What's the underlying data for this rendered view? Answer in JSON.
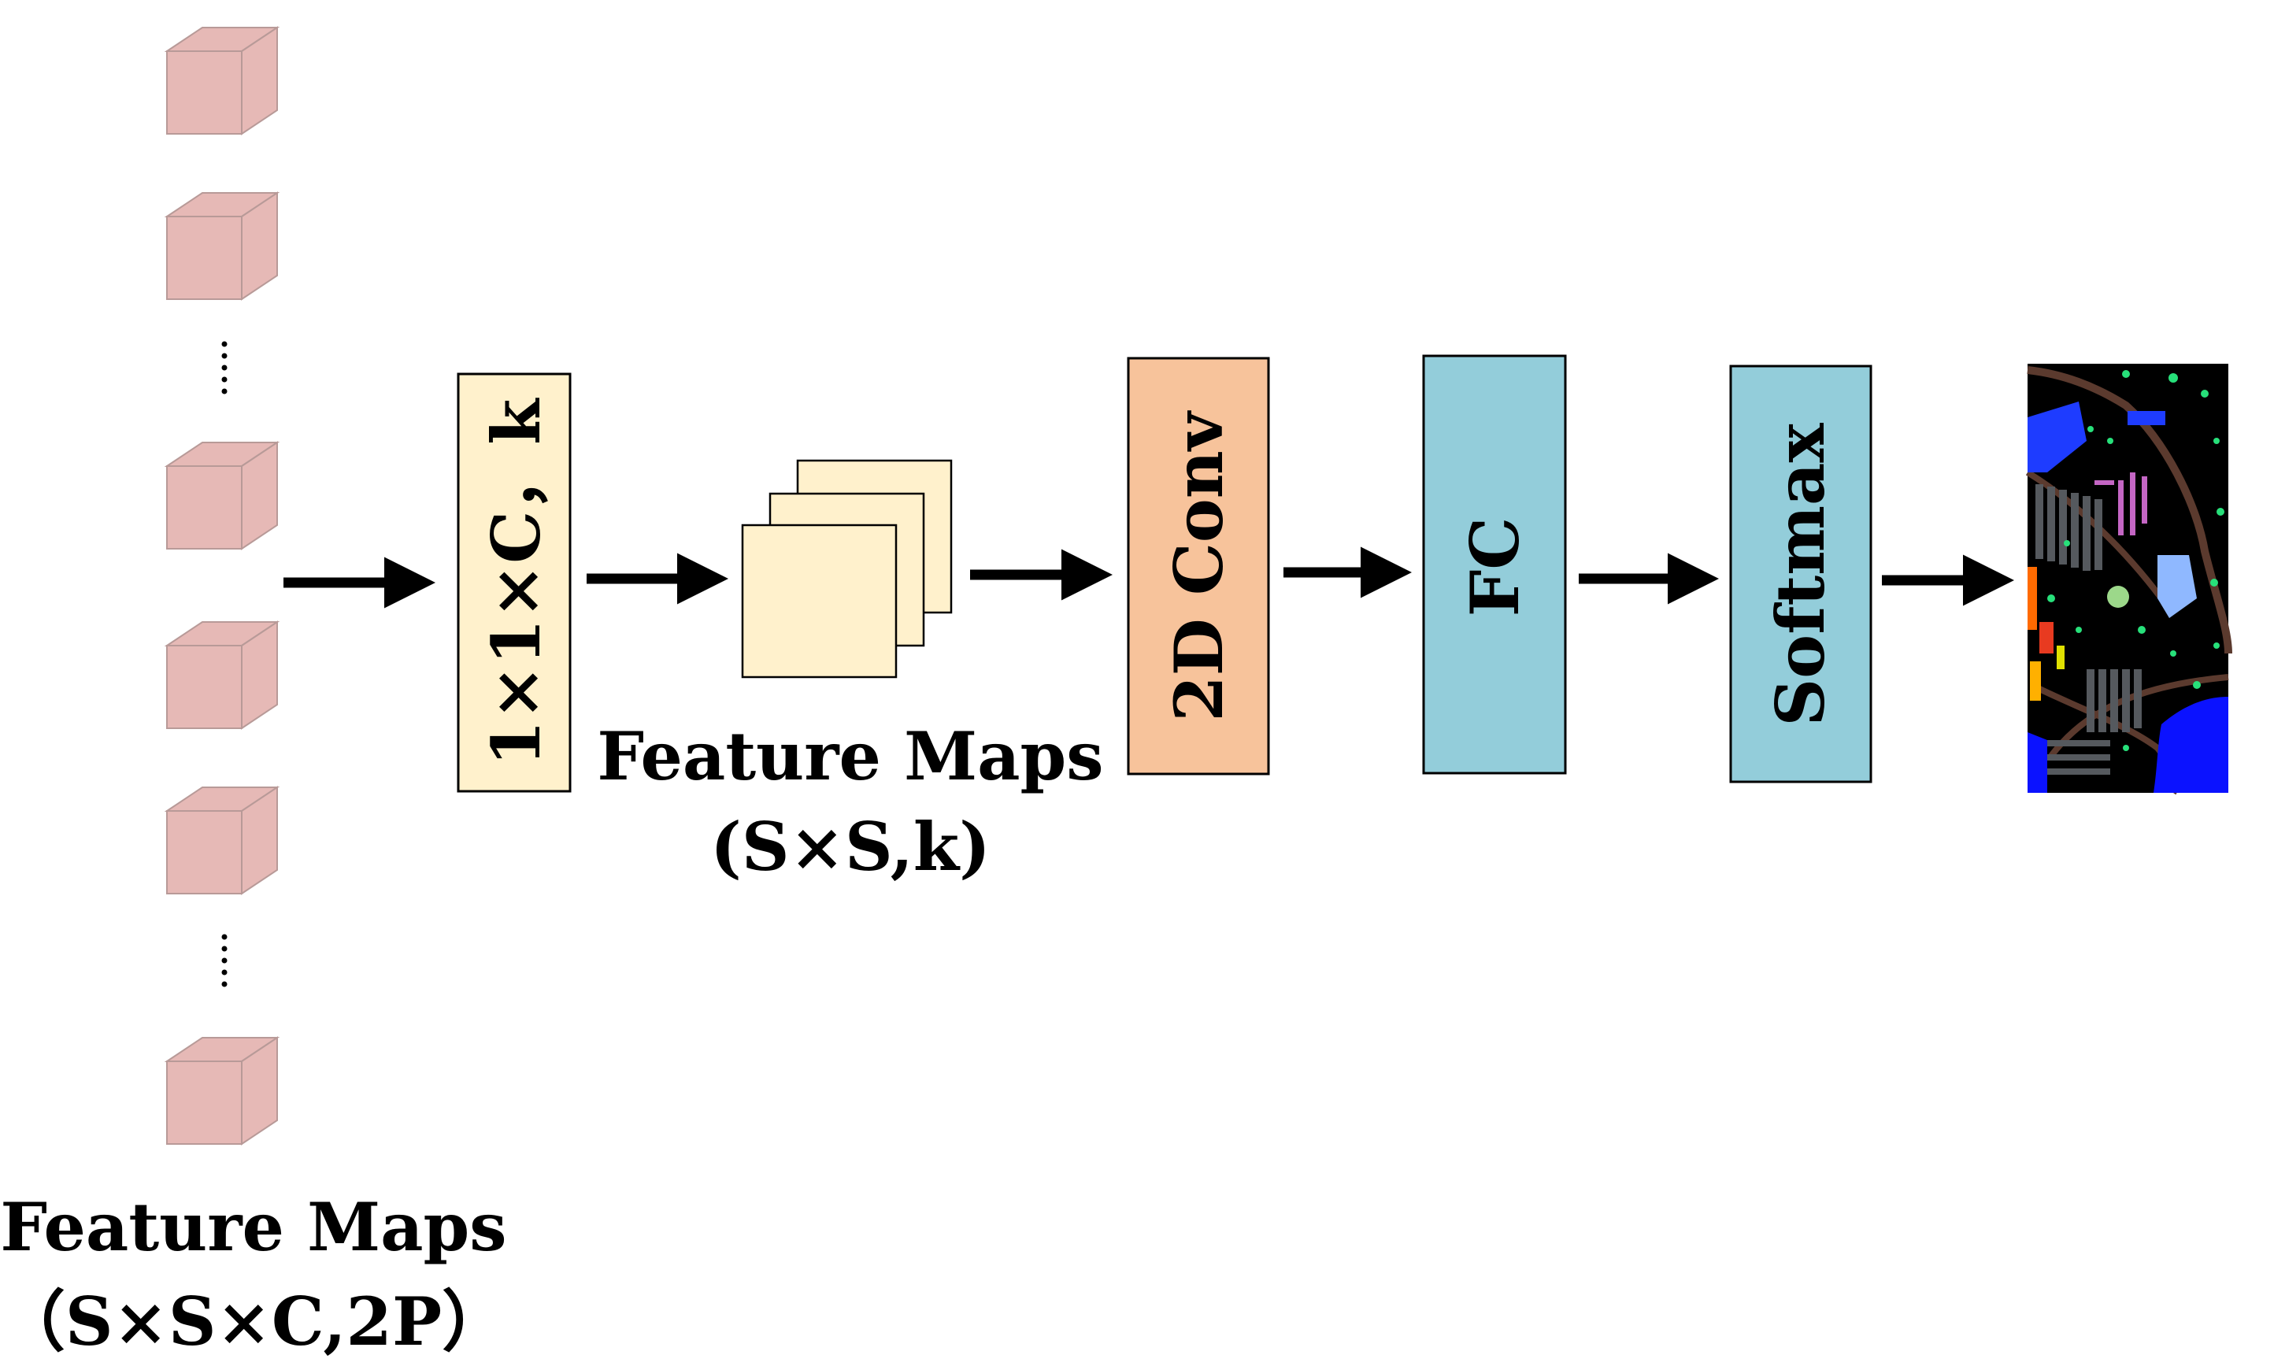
{
  "input_cubes": {
    "count_visible": 6,
    "ellipsis": ":",
    "color": "#e6b9b6",
    "label_line1": "Feature Maps",
    "label_line2": "（S×S×C,2P）"
  },
  "pointwise_conv": {
    "label": "1×1×C，k",
    "color": "#fff1cc"
  },
  "intermediate_maps": {
    "label_line1": "Feature Maps",
    "label_line2": "(S×S,k)",
    "color": "#fff1cc"
  },
  "conv2d": {
    "label": "2D Conv",
    "color": "#f7c39b"
  },
  "fc": {
    "label": "FC",
    "color": "#93cdda"
  },
  "softmax": {
    "label": "Softmax",
    "color": "#93cdda"
  },
  "output_map": {
    "background": "#000000"
  }
}
